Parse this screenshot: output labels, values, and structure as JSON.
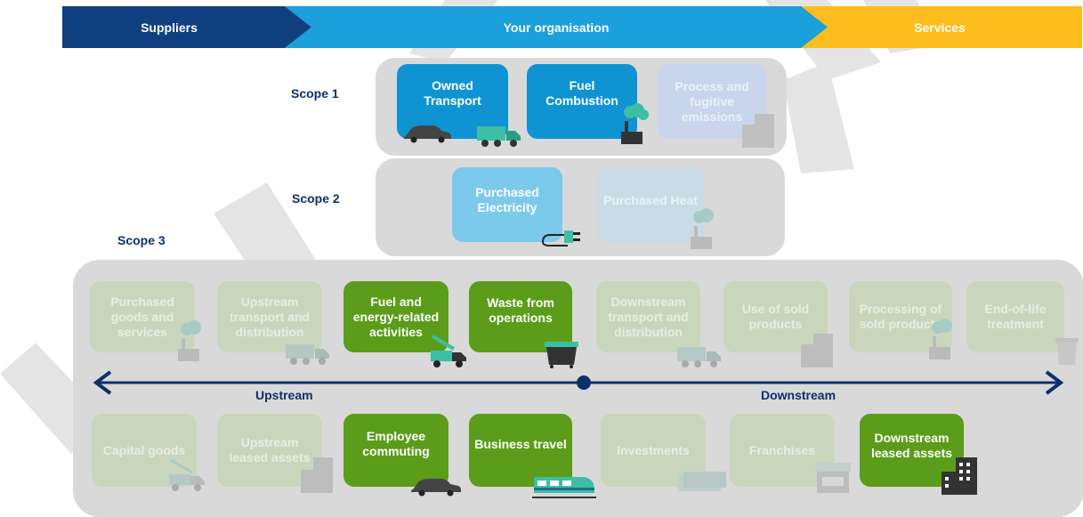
{
  "header": {
    "suppliers": "Suppliers",
    "organisation": "Your organisation",
    "services": "Services"
  },
  "scopes": {
    "scope1": "Scope 1",
    "scope2": "Scope 2",
    "scope3": "Scope 3"
  },
  "scope1_boxes": {
    "owned_transport": "Owned Transport",
    "fuel_combustion": "Fuel Combustion",
    "process_emissions": "Process and fugitive emissions"
  },
  "scope2_boxes": {
    "purchased_electricity": "Purchased Electricity",
    "purchased_heat": "Purchased Heat"
  },
  "scope3_upper": {
    "purchased_goods": "Purchased goods and services",
    "upstream_transport": "Upstream transport and distribution",
    "fuel_energy": "Fuel and energy-related activities",
    "waste": "Waste from operations",
    "downstream_transport": "Downstream transport and distribution",
    "use_sold": "Use of sold products",
    "processing_sold": "Processing of sold products",
    "end_of_life": "End-of-life treatment"
  },
  "scope3_lower": {
    "capital_goods": "Capital goods",
    "upstream_leased": "Upstream leased assets",
    "employee_commuting": "Employee commuting",
    "business_travel": "Business travel",
    "investments": "Investments",
    "franchises": "Franchises",
    "downstream_leased": "Downstream leased assets"
  },
  "axis": {
    "upstream": "Upstream",
    "downstream": "Downstream"
  },
  "colors": {
    "navy": "#0f3f7f",
    "blue": "#1ba0db",
    "yellow": "#fdbd1c",
    "green": "#5b9c1a",
    "grey": "#d9d9d9"
  }
}
